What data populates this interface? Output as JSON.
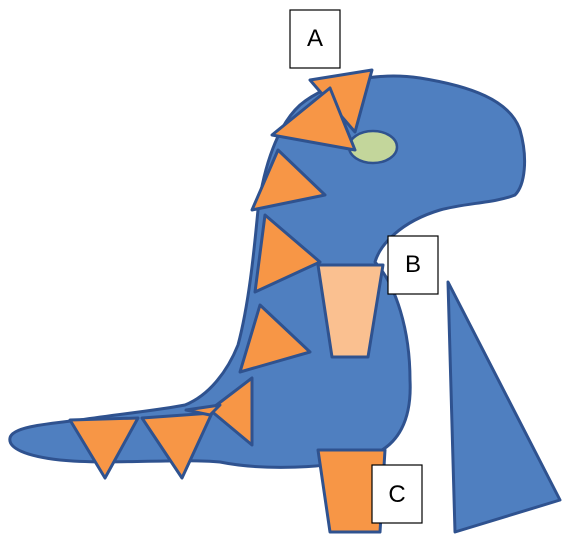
{
  "labels": {
    "a": "A",
    "b": "B",
    "c": "C"
  },
  "colors": {
    "body_fill": "#4f7fc0",
    "outline": "#2f528f",
    "spike_fill": "#f79646",
    "neck_piece_fill": "#fac090",
    "eye_fill": "#c3d69b",
    "label_border": "#000000"
  }
}
